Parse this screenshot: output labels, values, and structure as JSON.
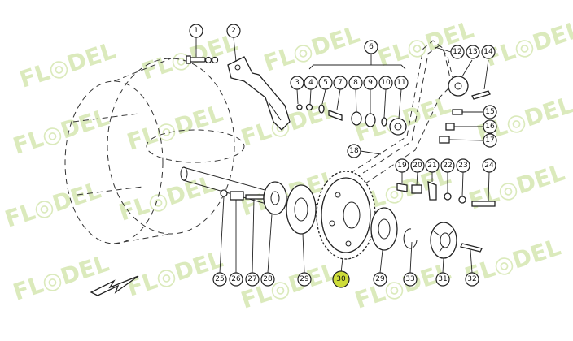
{
  "watermark": {
    "text": "FL◎DEL",
    "color": "#cfe3a6"
  },
  "highlight_color": "#cddc39",
  "highlighted_part": "30",
  "callouts": [
    {
      "id": "1",
      "label": "1"
    },
    {
      "id": "2",
      "label": "2"
    },
    {
      "id": "3",
      "label": "3"
    },
    {
      "id": "4",
      "label": "4"
    },
    {
      "id": "5",
      "label": "5"
    },
    {
      "id": "6",
      "label": "6"
    },
    {
      "id": "7",
      "label": "7"
    },
    {
      "id": "8",
      "label": "8"
    },
    {
      "id": "9",
      "label": "9"
    },
    {
      "id": "10",
      "label": "10"
    },
    {
      "id": "11",
      "label": "11"
    },
    {
      "id": "12",
      "label": "12"
    },
    {
      "id": "13",
      "label": "13"
    },
    {
      "id": "14",
      "label": "14"
    },
    {
      "id": "15",
      "label": "15"
    },
    {
      "id": "16",
      "label": "16"
    },
    {
      "id": "17",
      "label": "17"
    },
    {
      "id": "18",
      "label": "18"
    },
    {
      "id": "19",
      "label": "19"
    },
    {
      "id": "20",
      "label": "20"
    },
    {
      "id": "21",
      "label": "21"
    },
    {
      "id": "22",
      "label": "22"
    },
    {
      "id": "23",
      "label": "23"
    },
    {
      "id": "24",
      "label": "24"
    },
    {
      "id": "25",
      "label": "25"
    },
    {
      "id": "26",
      "label": "26"
    },
    {
      "id": "27",
      "label": "27"
    },
    {
      "id": "28",
      "label": "28"
    },
    {
      "id": "29a",
      "label": "29"
    },
    {
      "id": "30",
      "label": "30"
    },
    {
      "id": "29b",
      "label": "29"
    },
    {
      "id": "33",
      "label": "33"
    },
    {
      "id": "31",
      "label": "31"
    },
    {
      "id": "32",
      "label": "32"
    }
  ]
}
